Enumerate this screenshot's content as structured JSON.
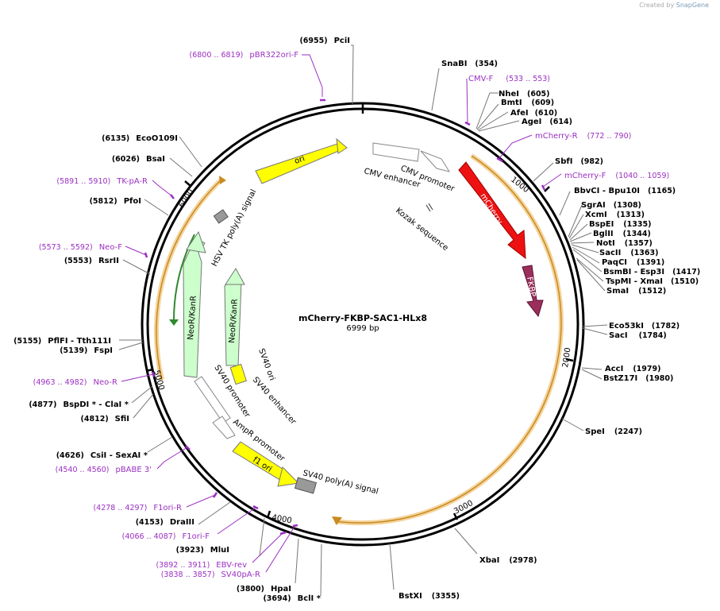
{
  "credit": {
    "prefix": "Created by",
    "brand": "SnapGene"
  },
  "plasmid": {
    "name": "mCherry-FKBP-SAC1-HLx8",
    "length": "6999 bp"
  },
  "ruler": [
    "1000",
    "2000",
    "3000",
    "4000",
    "5000",
    "6000"
  ],
  "enzymes_right": [
    {
      "name": "SnaBI",
      "pos": "(354)"
    },
    {
      "name": "NheI",
      "pos": "(605)"
    },
    {
      "name": "BmtI",
      "pos": "(609)"
    },
    {
      "name": "AfeI",
      "pos": "(610)"
    },
    {
      "name": "AgeI",
      "pos": "(614)"
    },
    {
      "name": "SbfI",
      "pos": "(982)"
    },
    {
      "name": "BbvCI - Bpu10I",
      "pos": "(1165)"
    },
    {
      "name": "SgrAI",
      "pos": "(1308)"
    },
    {
      "name": "XcmI",
      "pos": "(1313)"
    },
    {
      "name": "BspEI",
      "pos": "(1335)"
    },
    {
      "name": "BglII",
      "pos": "(1344)"
    },
    {
      "name": "NotI",
      "pos": "(1357)"
    },
    {
      "name": "SacII",
      "pos": "(1363)"
    },
    {
      "name": "PaqCI",
      "pos": "(1391)"
    },
    {
      "name": "BsmBI - Esp3I",
      "pos": "(1417)"
    },
    {
      "name": "TspMI - XmaI",
      "pos": "(1510)"
    },
    {
      "name": "SmaI",
      "pos": "(1512)"
    },
    {
      "name": "Eco53kI",
      "pos": "(1782)"
    },
    {
      "name": "SacI",
      "pos": "(1784)"
    },
    {
      "name": "AccI",
      "pos": "(1979)"
    },
    {
      "name": "BstZ17I",
      "pos": "(1980)"
    },
    {
      "name": "SpeI",
      "pos": "(2247)"
    },
    {
      "name": "XbaI",
      "pos": "(2978)"
    },
    {
      "name": "BstXI",
      "pos": "(3355)"
    }
  ],
  "enzymes_left": [
    {
      "name": "PciI",
      "pos": "(6955)"
    },
    {
      "name": "EcoO109I",
      "pos": "(6135)"
    },
    {
      "name": "BsaI",
      "pos": "(6026)"
    },
    {
      "name": "PfoI",
      "pos": "(5812)"
    },
    {
      "name": "RsrII",
      "pos": "(5553)"
    },
    {
      "name": "PflFI - Tth111I",
      "pos": "(5155)"
    },
    {
      "name": "FspI",
      "pos": "(5139)"
    },
    {
      "name": "BspDI * - ClaI *",
      "pos": "(4877)"
    },
    {
      "name": "SfiI",
      "pos": "(4812)"
    },
    {
      "name": "CsiI - SexAI *",
      "pos": "(4626)"
    },
    {
      "name": "DraIII",
      "pos": "(4153)"
    },
    {
      "name": "MluI",
      "pos": "(3923)"
    },
    {
      "name": "HpaI",
      "pos": "(3800)"
    },
    {
      "name": "BclI *",
      "pos": "(3694)"
    }
  ],
  "primers": [
    {
      "name": "pBR322ori-F",
      "range": "(6800 .. 6819)"
    },
    {
      "name": "CMV-F",
      "range": "(533 .. 553)"
    },
    {
      "name": "mCherry-R",
      "range": "(772 .. 790)"
    },
    {
      "name": "mCherry-F",
      "range": "(1040 .. 1059)"
    },
    {
      "name": "TK-pA-R",
      "range": "(5891 .. 5910)"
    },
    {
      "name": "Neo-F",
      "range": "(5573 .. 5592)"
    },
    {
      "name": "Neo-R",
      "range": "(4963 .. 4982)"
    },
    {
      "name": "pBABE 3'",
      "range": "(4540 .. 4560)"
    },
    {
      "name": "F1ori-R",
      "range": "(4278 .. 4297)"
    },
    {
      "name": "F1ori-F",
      "range": "(4066 .. 4087)"
    },
    {
      "name": "EBV-rev",
      "range": "(3892 .. 3911)"
    },
    {
      "name": "SV40pA-R",
      "range": "(3838 .. 3857)"
    }
  ],
  "features": {
    "ori": "ori",
    "cmv_promoter": "CMV promoter",
    "cmv_enhancer": "CMV enhancer",
    "kozak": "Kozak sequence",
    "mcherry": "mCherry",
    "fkbp": "FKBP",
    "hsv_tk": "HSV TK poly(A) signal",
    "neokanr": "NeoR/KanR",
    "sv40_ori": "SV40 ori",
    "sv40_enhancer": "SV40 enhancer",
    "sv40_promoter": "SV40 promoter",
    "ampr_promoter": "AmpR promoter",
    "f1_ori": "f1 ori",
    "sv40_polya": "SV40 poly(A) signal"
  },
  "colors": {
    "backbone": "#000000",
    "primer": "#9b2fc2",
    "ori": "#ffff00",
    "mcherry": "#ff0000",
    "fkbp": "#a0305a",
    "neo": "#ccffcc",
    "orf": "#f0a030"
  }
}
